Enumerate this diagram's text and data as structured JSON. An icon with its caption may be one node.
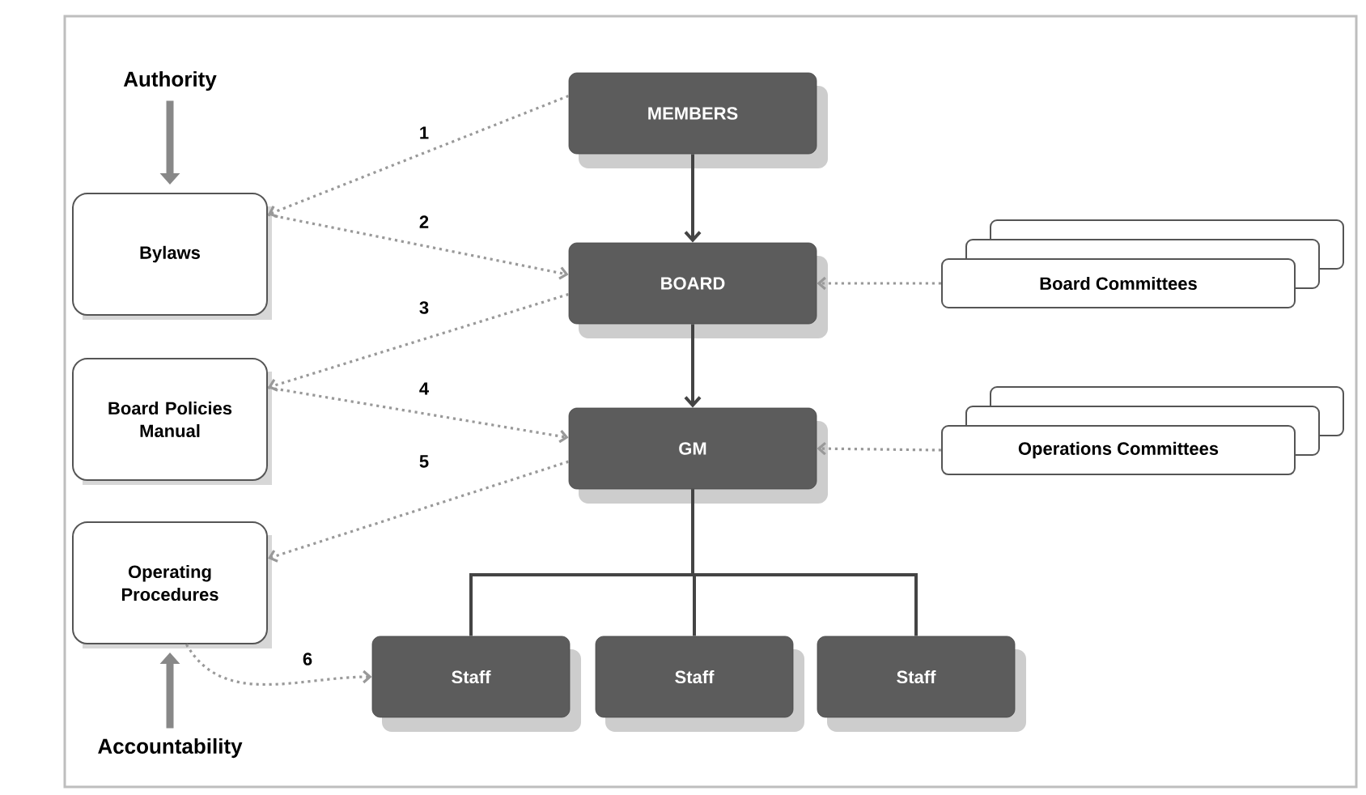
{
  "diagram": {
    "nodes": [
      {
        "text": [
          "Authority"
        ]
      },
      {
        "text": [
          "Bylaws"
        ]
      },
      {
        "text": [
          "Board Policies Manual"
        ]
      },
      {
        "text": [
          "Operating Procedures"
        ]
      },
      {
        "text": [
          "Accountability"
        ]
      },
      {
        "text": [
          "MEMBERS"
        ]
      },
      {
        "text": [
          "BOARD"
        ]
      },
      {
        "text": [
          "GM"
        ]
      },
      {
        "text": [
          "Board Committees"
        ]
      },
      {
        "text": [
          "Operations Committees"
        ]
      },
      {
        "text": [
          "Staff"
        ]
      },
      {
        "text": [
          "Staff"
        ]
      },
      {
        "text": [
          "Staff"
        ]
      }
    ],
    "edges": [
      {
        "from": 0,
        "to": 1,
        "arrow": "to",
        "style": "thick",
        "color": "#888888"
      },
      {
        "from": 4,
        "to": 3,
        "arrow": "to",
        "style": "thick",
        "color": "#888888"
      },
      {
        "from": 5,
        "to": 1,
        "arrow": "to",
        "label": "1",
        "style": "dashed",
        "color": "#999999"
      },
      {
        "from": 1,
        "to": 6,
        "arrow": "to",
        "label": "2",
        "style": "dashed",
        "color": "#999999"
      },
      {
        "from": 6,
        "to": 2,
        "arrow": "to",
        "label": "3",
        "style": "dashed",
        "color": "#999999"
      },
      {
        "from": 2,
        "to": 7,
        "arrow": "to",
        "label": "4",
        "style": "dashed",
        "color": "#999999"
      },
      {
        "from": 7,
        "to": 3,
        "arrow": "to",
        "label": "5",
        "style": "dashed",
        "color": "#999999"
      },
      {
        "from": 3,
        "to": 10,
        "arrow": "to",
        "label": "6",
        "style": "dashed",
        "color": "#999999"
      },
      {
        "from": 5,
        "to": 6,
        "arrow": "to"
      },
      {
        "from": 6,
        "to": 7,
        "arrow": "to"
      },
      {
        "from": 7,
        "to": 10,
        "arrow": "none"
      },
      {
        "from": 7,
        "to": 11,
        "arrow": "none"
      },
      {
        "from": 7,
        "to": 12,
        "arrow": "none"
      },
      {
        "from": 8,
        "to": 6,
        "arrow": "to",
        "style": "dashed",
        "color": "#999999"
      },
      {
        "from": 9,
        "to": 7,
        "arrow": "to",
        "style": "dashed",
        "color": "#999999"
      }
    ]
  }
}
